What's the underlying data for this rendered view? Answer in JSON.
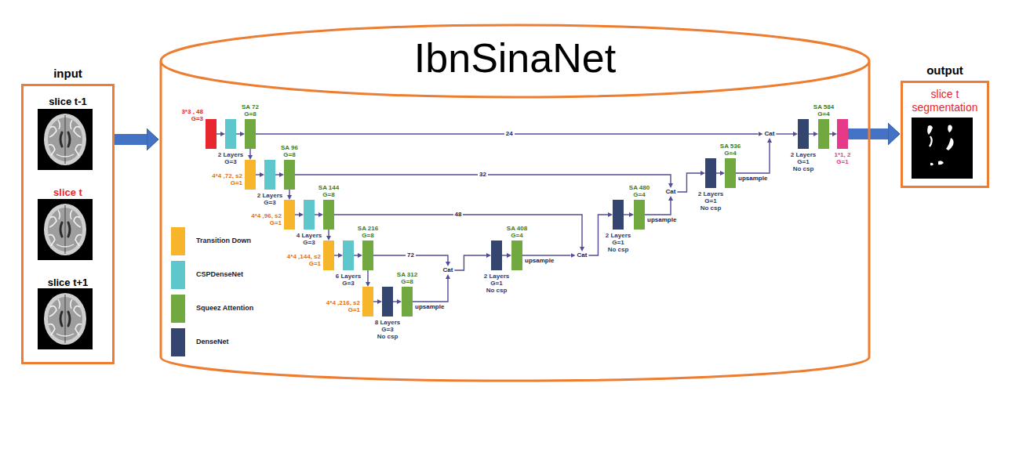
{
  "diagram": {
    "nodes": [
      {
        "text": [
          "input",
          "slice t-1",
          "slice t",
          "slice t+1"
        ]
      },
      {
        "text": [
          "IbnSinaNet"
        ]
      },
      {
        "text": [
          "3*3 , 48",
          "G=3"
        ],
        "in": 1
      },
      {
        "text": [
          "2 Layers",
          "G=3"
        ],
        "in": 1
      },
      {
        "text": [
          "SA 72",
          "G=8"
        ],
        "in": 1
      },
      {
        "text": [
          "4*4 ,72, s2",
          "G=1"
        ],
        "in": 1
      },
      {
        "text": [
          "2 Layers",
          "G=3"
        ],
        "in": 1
      },
      {
        "text": [
          "SA 96",
          "G=8"
        ],
        "in": 1
      },
      {
        "text": [
          "4*4 ,96, s2",
          "G=1"
        ],
        "in": 1
      },
      {
        "text": [
          "4 Layers",
          "G=3"
        ],
        "in": 1
      },
      {
        "text": [
          "SA 144",
          "G=8"
        ],
        "in": 1
      },
      {
        "text": [
          "4*4 ,144, s2",
          "G=1"
        ],
        "in": 1
      },
      {
        "text": [
          "6 Layers",
          "G=3"
        ],
        "in": 1
      },
      {
        "text": [
          "SA 216",
          "G=8"
        ],
        "in": 1
      },
      {
        "text": [
          "4*4 ,216, s2",
          "G=1"
        ],
        "in": 1
      },
      {
        "text": [
          "8 Layers",
          "G=3",
          "No csp"
        ],
        "in": 1
      },
      {
        "text": [
          "SA 312",
          "G=8"
        ],
        "in": 1
      },
      {
        "text": [
          "Cat"
        ],
        "in": 1
      },
      {
        "text": [
          "2 Layers",
          "G=1",
          "No csp"
        ],
        "in": 1
      },
      {
        "text": [
          "SA 408",
          "G=4"
        ],
        "in": 1
      },
      {
        "text": [
          "Cat"
        ],
        "in": 1
      },
      {
        "text": [
          "2 Layers",
          "G=1",
          "No csp"
        ],
        "in": 1
      },
      {
        "text": [
          "SA 480",
          "G=4"
        ],
        "in": 1
      },
      {
        "text": [
          "Cat"
        ],
        "in": 1
      },
      {
        "text": [
          "2 Layers",
          "G=1",
          "No csp"
        ],
        "in": 1
      },
      {
        "text": [
          "SA 536",
          "G=4"
        ],
        "in": 1
      },
      {
        "text": [
          "Cat"
        ],
        "in": 1
      },
      {
        "text": [
          "2 Layers",
          "G=1",
          "No csp"
        ],
        "in": 1
      },
      {
        "text": [
          "SA 584",
          "G=4"
        ],
        "in": 1
      },
      {
        "text": [
          "1*1, 2",
          "G=1"
        ],
        "in": 1
      },
      {
        "text": [
          "output",
          "slice t segmentation"
        ]
      }
    ],
    "edges": [
      {
        "from": 0,
        "to": 1,
        "arrow": "to"
      },
      {
        "from": 2,
        "to": 3,
        "arrow": "to"
      },
      {
        "from": 3,
        "to": 4,
        "arrow": "to"
      },
      {
        "from": 4,
        "to": 5,
        "arrow": "to"
      },
      {
        "from": 5,
        "to": 6,
        "arrow": "to"
      },
      {
        "from": 6,
        "to": 7,
        "arrow": "to"
      },
      {
        "from": 7,
        "to": 8,
        "arrow": "to"
      },
      {
        "from": 8,
        "to": 9,
        "arrow": "to"
      },
      {
        "from": 9,
        "to": 10,
        "arrow": "to"
      },
      {
        "from": 10,
        "to": 11,
        "arrow": "to"
      },
      {
        "from": 11,
        "to": 12,
        "arrow": "to"
      },
      {
        "from": 12,
        "to": 13,
        "arrow": "to"
      },
      {
        "from": 13,
        "to": 14,
        "arrow": "to"
      },
      {
        "from": 14,
        "to": 15,
        "arrow": "to"
      },
      {
        "from": 15,
        "to": 16,
        "arrow": "to"
      },
      {
        "from": 4,
        "to": 26,
        "label": "24",
        "arrow": "to"
      },
      {
        "from": 7,
        "to": 23,
        "label": "32",
        "arrow": "to"
      },
      {
        "from": 10,
        "to": 20,
        "label": "48",
        "arrow": "to"
      },
      {
        "from": 13,
        "to": 17,
        "label": "72",
        "arrow": "to"
      },
      {
        "from": 16,
        "to": 17,
        "label": "upsample",
        "arrow": "to"
      },
      {
        "from": 17,
        "to": 18,
        "arrow": "to"
      },
      {
        "from": 18,
        "to": 19,
        "arrow": "to"
      },
      {
        "from": 19,
        "to": 20,
        "label": "upsample",
        "arrow": "to"
      },
      {
        "from": 20,
        "to": 21,
        "arrow": "to"
      },
      {
        "from": 21,
        "to": 22,
        "arrow": "to"
      },
      {
        "from": 22,
        "to": 23,
        "label": "upsample",
        "arrow": "to"
      },
      {
        "from": 23,
        "to": 24,
        "arrow": "to"
      },
      {
        "from": 24,
        "to": 25,
        "arrow": "to"
      },
      {
        "from": 25,
        "to": 26,
        "label": "upsample",
        "arrow": "to"
      },
      {
        "from": 26,
        "to": 27,
        "arrow": "to"
      },
      {
        "from": 27,
        "to": 28,
        "arrow": "to"
      },
      {
        "from": 28,
        "to": 29,
        "arrow": "to"
      },
      {
        "from": 29,
        "to": 30,
        "arrow": "to"
      }
    ],
    "legend": [
      {
        "text": "Transition Down",
        "color": "#f7b52c"
      },
      {
        "text": "CSPDenseNet",
        "color": "#5ec7cb"
      },
      {
        "text": "Squeez Attention",
        "color": "#71a83f"
      },
      {
        "text": "DenseNet",
        "color": "#34466f"
      }
    ]
  }
}
